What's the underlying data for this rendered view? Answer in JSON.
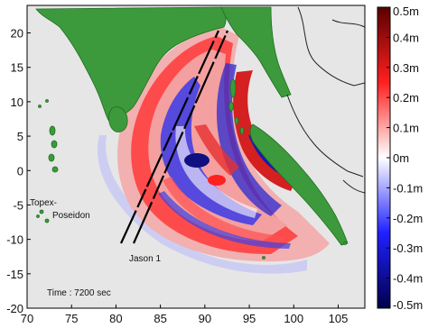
{
  "map": {
    "x_ticks": [
      "70",
      "75",
      "80",
      "85",
      "90",
      "95",
      "100",
      "105"
    ],
    "y_ticks": [
      "20",
      "15",
      "10",
      "5",
      "0",
      "-5",
      "-10",
      "-15",
      "-20"
    ],
    "xlim": [
      70,
      108
    ],
    "ylim": [
      -20,
      24
    ],
    "colors": {
      "ocean": "#e6e6e6",
      "land": "#3c9a3c",
      "land_outline": "#1f6e1f",
      "coastline": "#222222",
      "track": "#000000"
    }
  },
  "colorbar": {
    "labels": [
      "0.5m",
      "0.4m",
      "0.3m",
      "0.2m",
      "0.1m",
      "0m",
      "-0.1m",
      "-0.2m",
      "-0.3m",
      "-0.4m",
      "-0.5m"
    ],
    "range": [
      -0.5,
      0.5
    ],
    "colors": {
      "max": "#5a0000",
      "high": "#ff2020",
      "zero": "#ffffff",
      "low": "#2020ff",
      "min": "#00004a"
    }
  },
  "annotations": {
    "satellite_1_line1": "Topex-",
    "satellite_1_line2": "Poseidon",
    "satellite_2": "Jason 1",
    "time": "Time : 7200 sec"
  }
}
